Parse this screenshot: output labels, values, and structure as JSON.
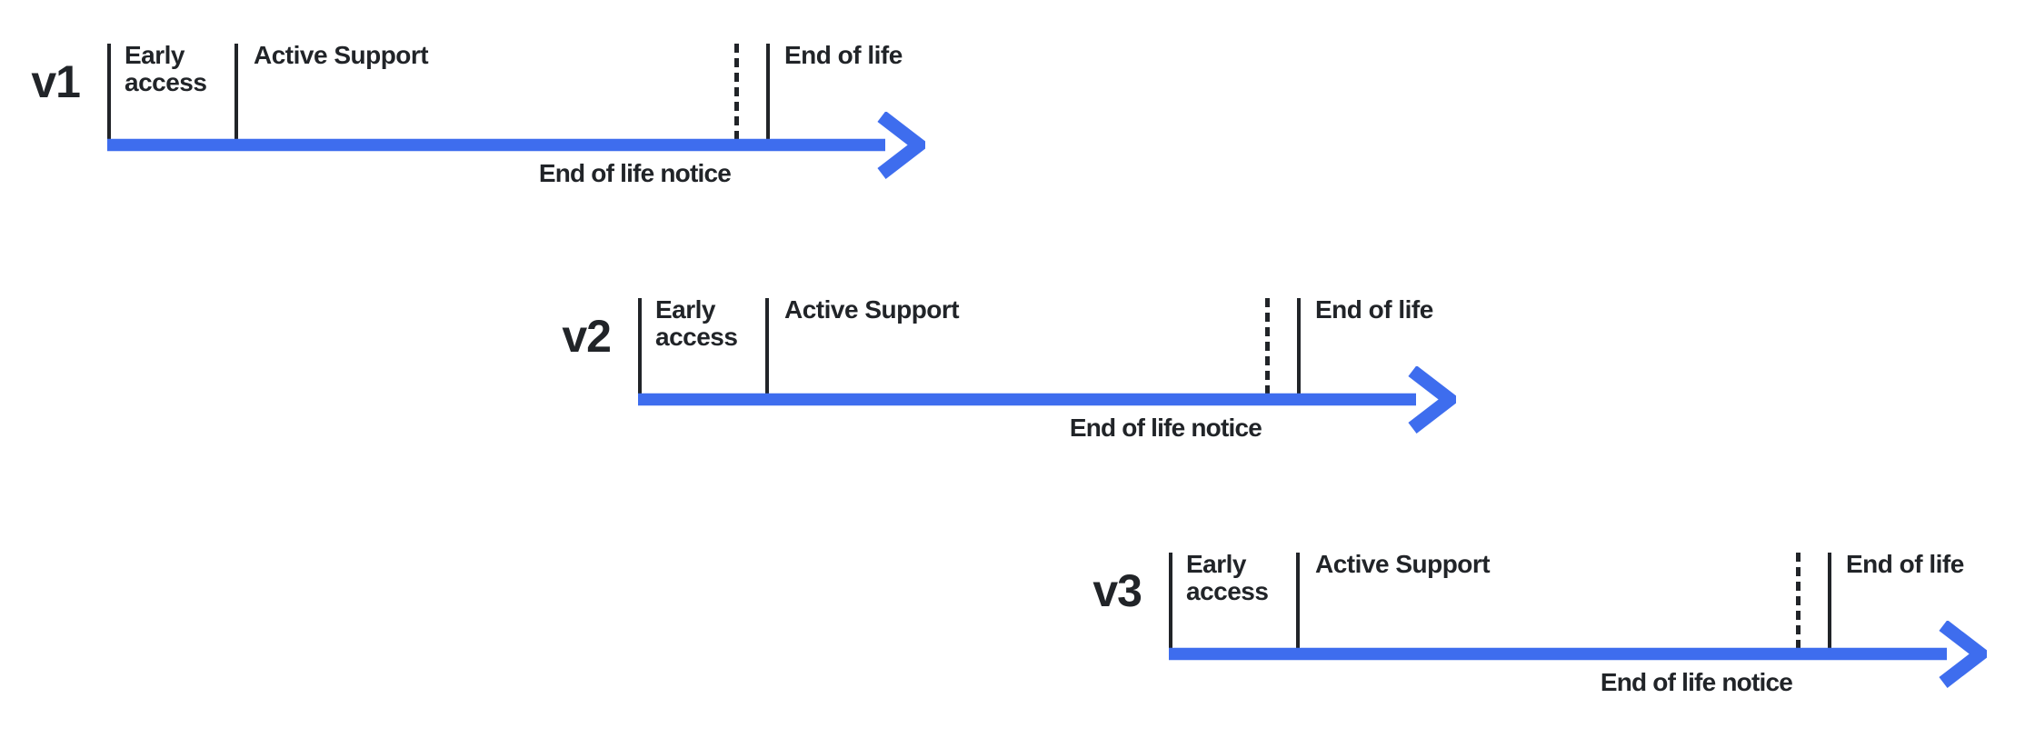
{
  "colors": {
    "background": "#ffffff",
    "ink": "#212428",
    "accent_blue": "#3E6DEE"
  },
  "timelines": [
    {
      "version": "v1",
      "early_access_label": "Early access",
      "active_support_label": "Active Support",
      "end_of_life_label": "End of life",
      "end_of_life_notice_label": "End of life notice"
    },
    {
      "version": "v2",
      "early_access_label": "Early access",
      "active_support_label": "Active Support",
      "end_of_life_label": "End of life",
      "end_of_life_notice_label": "End of life notice"
    },
    {
      "version": "v3",
      "early_access_label": "Early access",
      "active_support_label": "Active Support",
      "end_of_life_label": "End of life",
      "end_of_life_notice_label": "End of life notice"
    }
  ]
}
